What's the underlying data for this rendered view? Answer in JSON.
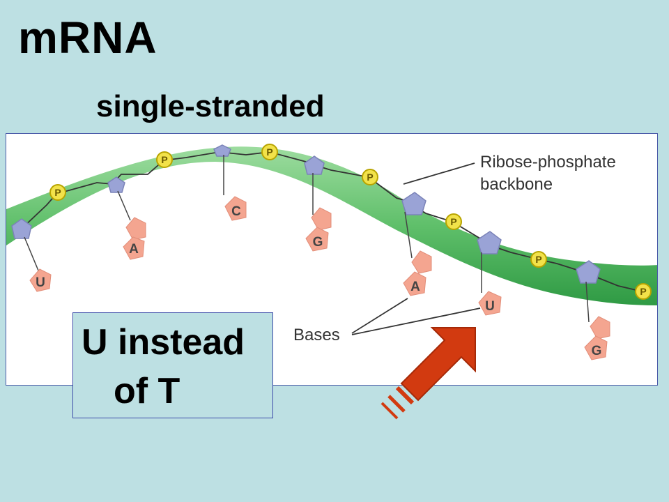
{
  "title": "mRNA",
  "subtitle": "single-stranded",
  "diagram": {
    "backbone_label_line1": "Ribose-phosphate",
    "backbone_label_line2": "backbone",
    "bases_label": "Bases",
    "phosphate_letter": "P",
    "bases": [
      "U",
      "A",
      "C",
      "G",
      "A",
      "U",
      "G"
    ]
  },
  "callout": {
    "line1": "U instead",
    "line2": "of T"
  },
  "colors": {
    "background": "#bde0e3",
    "backbone": "#5fbf6a",
    "sugar": "#9aa3d6",
    "base": "#f4a590",
    "phosphate": "#f2e24a",
    "arrow": "#d23a10"
  }
}
